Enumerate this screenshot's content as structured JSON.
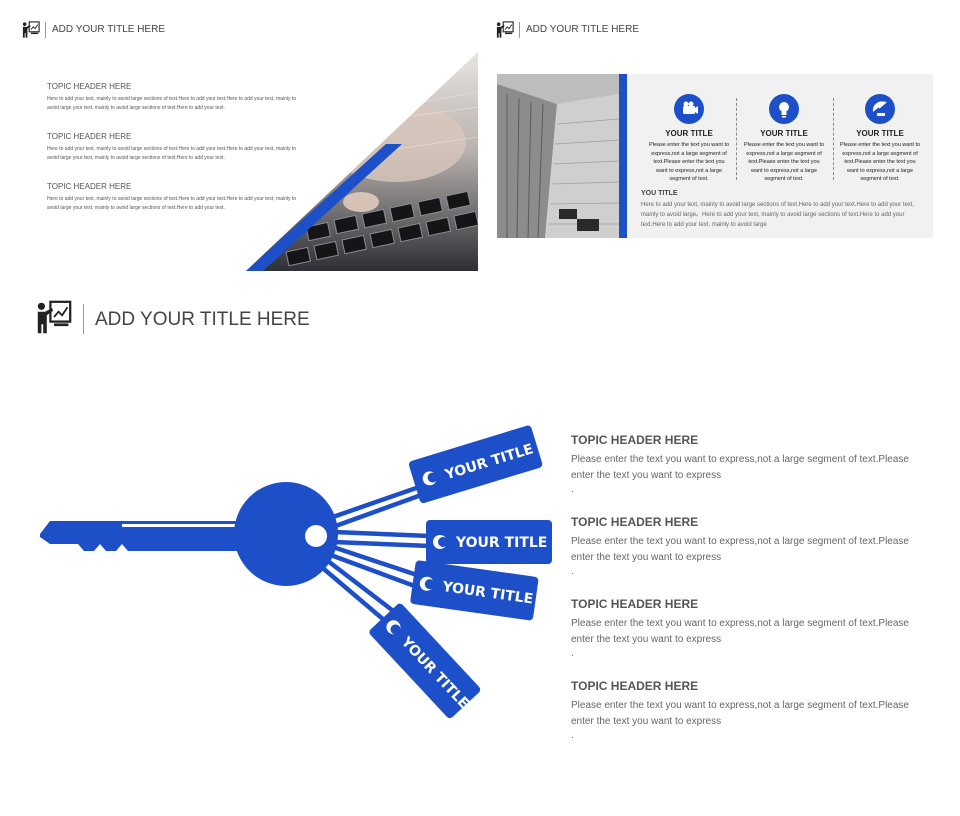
{
  "slide1": {
    "title": "ADD YOUR TITLE HERE",
    "icon": "presenter-board-icon",
    "sections": [
      {
        "header": "TOPIC HEADER HERE",
        "text": "Here to add your text, mainly to avoid large sections of text.Here to add your text.Here to add your text, mainly to avoid large your text, mainly to avoid large sections of text.Here to add your text."
      },
      {
        "header": "TOPIC HEADER HERE",
        "text": "Here to add your text, mainly to avoid large sections of text.Here to add your text.Here to add your text, mainly to avoid large your text, mainly to avoid large sections of text.Here to add your text."
      },
      {
        "header": "TOPIC HEADER HERE",
        "text": "Here to add your text, mainly to avoid large sections of text.Here to add your text.Here to add your text, mainly to avoid large your text, mainly to avoid large sections of text.Here to add your text."
      }
    ]
  },
  "slide2": {
    "title": "ADD YOUR TITLE HERE",
    "icon": "presenter-board-icon",
    "columns": [
      {
        "icon": "camera-icon",
        "title": "YOUR TITLE",
        "text": "Please enter the text you want to express,not a large segment of text.Please enter the text you want to express,not a large segment of text."
      },
      {
        "icon": "lightbulb-icon",
        "title": "YOUR TITLE",
        "text": "Please enter the text you want to express,not a large segment of text.Please enter the text you want to express,not a large segment of text."
      },
      {
        "icon": "satellite-dish-icon",
        "title": "YOUR TITLE",
        "text": "Please enter the text you want to express,not a large segment of text.Please enter the text you want to express,not a large segment of text."
      }
    ],
    "subheader": "YOU TITLE",
    "subtext": "Here to add your text, mainly to avoid large sections of text.Here to add your text.Here to add your text, mainly to avoid large。Here to add your text, mainly to avoid large sections of text.Here to add your text.Here to add your text, mainly to avoid large"
  },
  "slide3": {
    "title": "ADD YOUR TITLE HERE",
    "icon": "presenter-board-icon",
    "tags": [
      "YOUR TITLE",
      "YOUR TITLE",
      "YOUR TITLE",
      "YOUR TITLE"
    ],
    "topics": [
      {
        "header": "TOPIC HEADER HERE",
        "text": "Please enter the text you want to express,not a large segment of text.Please enter the text you want to express",
        "dot": "."
      },
      {
        "header": "TOPIC HEADER HERE",
        "text": "Please enter the text you want to express,not a large segment of text.Please enter the text you want to express",
        "dot": "."
      },
      {
        "header": "TOPIC HEADER HERE",
        "text": "Please enter the text you want to express,not a large segment of text.Please enter the text you want to express",
        "dot": "."
      },
      {
        "header": "TOPIC HEADER HERE",
        "text": "Please enter the text you want to express,not a large segment of text.Please enter the text you want to express",
        "dot": "."
      }
    ]
  },
  "colors": {
    "accent": "#1d4fc8",
    "panel": "#f1f1f1",
    "text": "#555555"
  }
}
